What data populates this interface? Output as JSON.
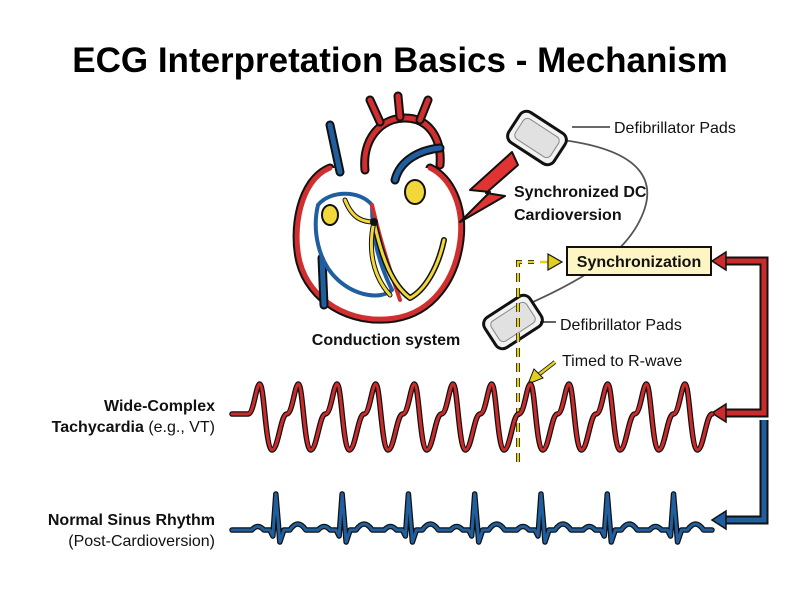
{
  "title": "ECG Interpretation Basics - Mechanism",
  "labels": {
    "conduction": "Conduction system",
    "pads_top": "Defibrillator Pads",
    "pads_bottom": "Defibrillator Pads",
    "cardioversion_line1": "Synchronized DC",
    "cardioversion_line2": "Cardioversion",
    "sync_box": "Synchronization",
    "timed": "Timed to R-wave",
    "vt_line1": "Wide-Complex",
    "vt_line2_bold": "Tachycardia",
    "vt_line2_rest": " (e.g., VT)",
    "nsr_line1": "Normal Sinus Rhythm",
    "nsr_line2": "(Post-Cardioversion)"
  },
  "icons": {
    "heart": "heart-icon",
    "pad": "defibrillator-pad-icon",
    "shock": "lightning-bolt-icon"
  },
  "colors": {
    "vt_wave": "#cc2b2b",
    "nsr_wave": "#1f5fa0",
    "sync_box_fill": "#fdf6c4",
    "sync_dashes": "#e4cf1c",
    "bolt": "#e23333",
    "heart_red": "#d12f2f",
    "heart_blue": "#1f5fa0",
    "heart_yellow": "#f1d73a"
  },
  "rhythms": {
    "vt_complexes": 12,
    "nsr_beats": 7
  }
}
